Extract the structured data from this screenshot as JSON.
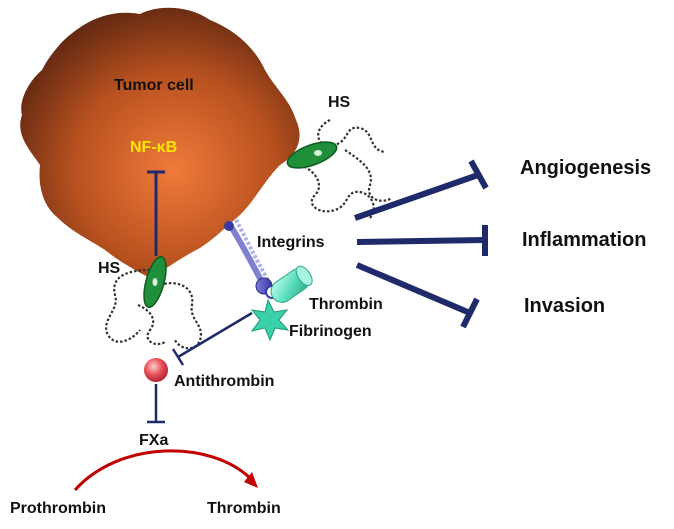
{
  "labels": {
    "tumor_cell": "Tumor cell",
    "nfkb": "NF-κB",
    "hs_top": "HS",
    "hs_left": "HS",
    "integrins": "Integrins",
    "thrombin_bound": "Thrombin",
    "fibrinogen": "Fibrinogen",
    "antithrombin": "Antithrombin",
    "fxa": "FXa",
    "prothrombin": "Prothrombin",
    "thrombin_product": "Thrombin"
  },
  "outcomes": [
    "Angiogenesis",
    "Inflammation",
    "Invasion"
  ],
  "colors": {
    "inhibition": "#1f2a6b",
    "cell": "#c0521f",
    "nfkb_text": "#ffe600",
    "heparanase_ellipse": "#1f8f3a",
    "antithrombin_ball": "#e8505a",
    "thrombin_protein": "#5fe0c0",
    "conversion_arrow": "#c00000"
  }
}
